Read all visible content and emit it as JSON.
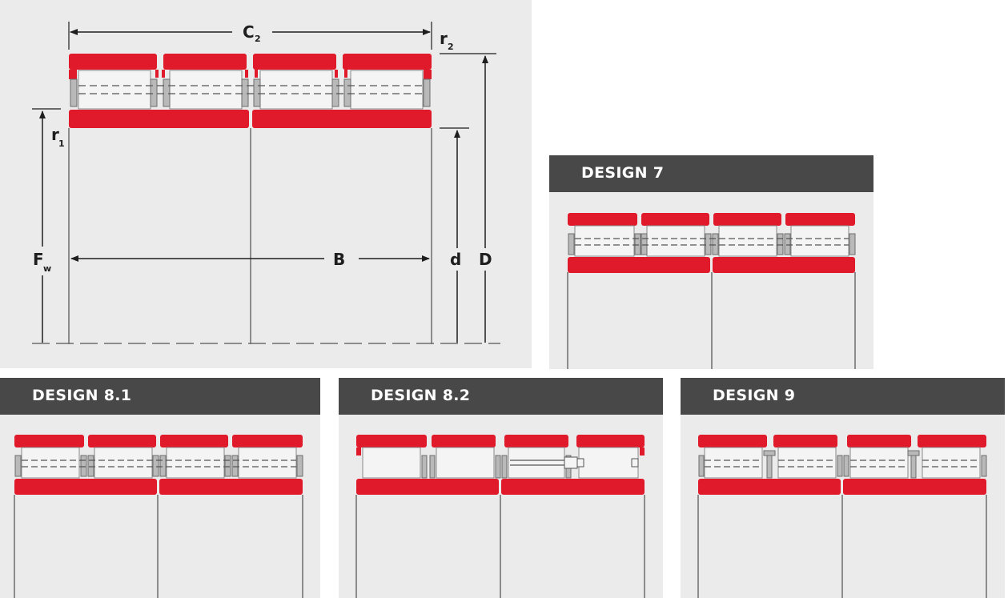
{
  "main_drawing": {
    "labels": {
      "c2": "C",
      "c2_sub": "2",
      "r2": "r",
      "r2_sub": "2",
      "r1": "r",
      "r1_sub": "1",
      "fw": "F",
      "fw_sub": "w",
      "b": "B",
      "d": "d",
      "D": "D"
    }
  },
  "panels": [
    {
      "title": "DESIGN 7"
    },
    {
      "title": "DESIGN 8.1"
    },
    {
      "title": "DESIGN 8.2"
    },
    {
      "title": "DESIGN 9"
    }
  ],
  "colors": {
    "ring_red": "#e0192b",
    "panel_header": "#484848",
    "panel_bg": "#ebebeb",
    "roller": "#f2f2f2",
    "outline": "#6d6d6d"
  }
}
